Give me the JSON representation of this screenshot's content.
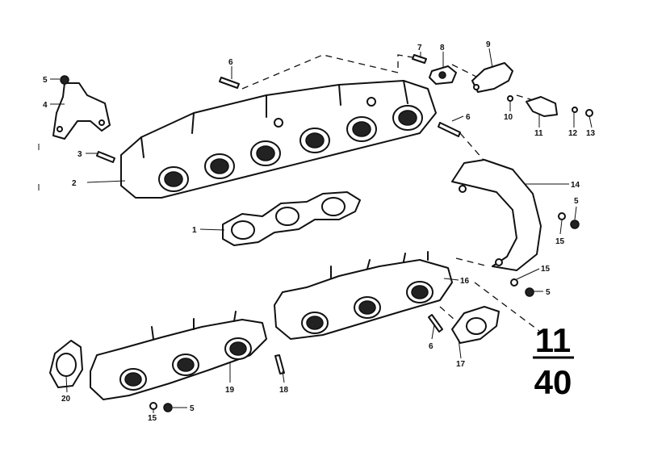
{
  "diagram": {
    "group_code": {
      "top": "11",
      "bottom": "40"
    },
    "callouts": [
      {
        "id": "c-1",
        "text": "1"
      },
      {
        "id": "c-2",
        "text": "2"
      },
      {
        "id": "c-3",
        "text": "3"
      },
      {
        "id": "c-4",
        "text": "4"
      },
      {
        "id": "c-5a",
        "text": "5"
      },
      {
        "id": "c-5b",
        "text": "5"
      },
      {
        "id": "c-5c",
        "text": "5"
      },
      {
        "id": "c-5d",
        "text": "5"
      },
      {
        "id": "c-6a",
        "text": "6"
      },
      {
        "id": "c-6b",
        "text": "6"
      },
      {
        "id": "c-6c",
        "text": "6"
      },
      {
        "id": "c-7",
        "text": "7"
      },
      {
        "id": "c-8",
        "text": "8"
      },
      {
        "id": "c-9",
        "text": "9"
      },
      {
        "id": "c-10",
        "text": "10"
      },
      {
        "id": "c-11",
        "text": "11"
      },
      {
        "id": "c-12",
        "text": "12"
      },
      {
        "id": "c-13",
        "text": "13"
      },
      {
        "id": "c-14",
        "text": "14"
      },
      {
        "id": "c-15a",
        "text": "15"
      },
      {
        "id": "c-15b",
        "text": "15"
      },
      {
        "id": "c-15c",
        "text": "15"
      },
      {
        "id": "c-16",
        "text": "16"
      },
      {
        "id": "c-17",
        "text": "17"
      },
      {
        "id": "c-18",
        "text": "18"
      },
      {
        "id": "c-19",
        "text": "19"
      },
      {
        "id": "c-20",
        "text": "20"
      }
    ]
  }
}
